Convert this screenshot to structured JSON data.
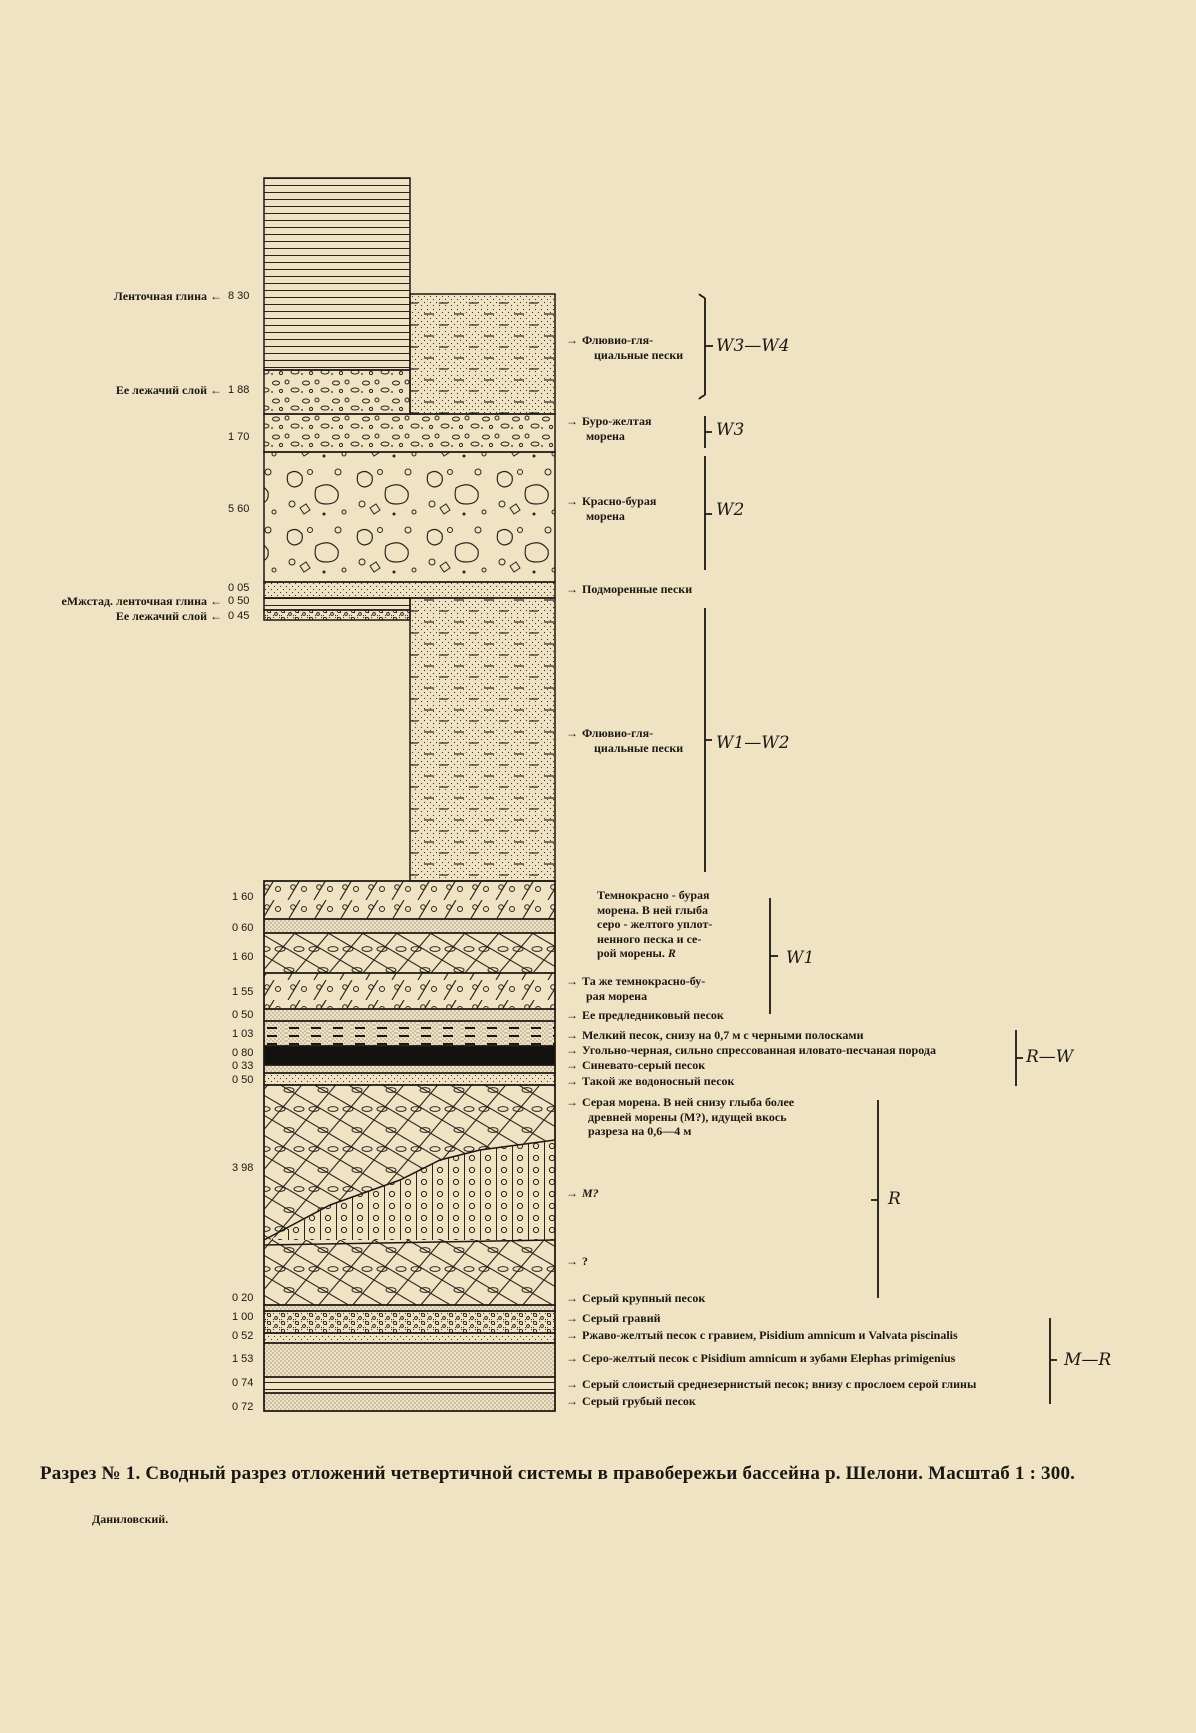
{
  "left_labels": [
    {
      "id": "l1",
      "name": "Ленточная глина",
      "value": "8 30"
    },
    {
      "id": "l2",
      "name": "Ее лежачий слой",
      "value": "1 88"
    },
    {
      "id": "l3",
      "name": "",
      "value": "1 70"
    },
    {
      "id": "l4",
      "name": "",
      "value": "5 60"
    },
    {
      "id": "l5",
      "name": "",
      "value": "0 05"
    },
    {
      "id": "l6",
      "name": "еМжстад. ленточная глина",
      "value": "0 50"
    },
    {
      "id": "l7",
      "name": "Ее лежачий слой",
      "value": "0 45"
    }
  ],
  "thicknesses": [
    "1 60",
    "0 60",
    "1 60",
    "1 55",
    "0 50",
    "1 03",
    "0 80",
    "0 33",
    "0 50",
    "3 98",
    "0 20",
    "1 00",
    "0 52",
    "1 53",
    "0 74",
    "0 72"
  ],
  "right_labels": {
    "r1a": "Флювио-гля-",
    "r1b": "циальные пески",
    "r2a": "Буро-желтая",
    "r2b": "морена",
    "r3a": "Красно-бурая",
    "r3b": "морена",
    "r4": "Подморенные пески",
    "r5a": "Флювио-гля-",
    "r5b": "циальные пески",
    "r6a": "Темнокрасно - бурая",
    "r6b": "морена. В ней глыба",
    "r6c": "серо - желтого уплот-",
    "r6d": "ненного песка и се-",
    "r6e": "рой морены.",
    "r7a": "Та же темнокрасно-бу-",
    "r7b": "рая морена",
    "r8": "Ее предледниковый песок",
    "r9": "Мелкий песок, снизу на 0,7 м с черными полосками",
    "r10": "Угольно-черная, сильно спрессованная иловато-песчаная порода",
    "r11": "Синевато-серый песок",
    "r12": "Такой же водоносный песок",
    "r13a": "Серая морена. В ней снизу глыба более",
    "r13b": "древней морены (М?), идущей вкось",
    "r13c": "разреза на 0,6—4 м",
    "r14": "М?",
    "r15": "?",
    "r16": "Серый крупный песок",
    "r17": "Серый гравий",
    "r18": "Ржаво-желтый песок с гравием, Pisidium amnicum и Valvata piscinalis",
    "r19": "Серо-желтый песок с Pisidium amnicum и зубами Elephas primigenius",
    "r20": "Серый слоистый среднезернистый песок; внизу с прослоем серой глины",
    "r21": "Серый грубый песок"
  },
  "stages": {
    "s1": "W3—W4",
    "s2": "W3",
    "s3": "W2",
    "s4": "W1—W2",
    "s5": "W1",
    "s6": "R—W",
    "s7": "R",
    "s8": "M—R",
    "s9": "R"
  },
  "caption": "Разрез № 1. Сводный разрез отложений четвертичной системы в правобережьи бассейна р. Шелони. Масштаб 1 : 300.",
  "author": "Даниловский."
}
